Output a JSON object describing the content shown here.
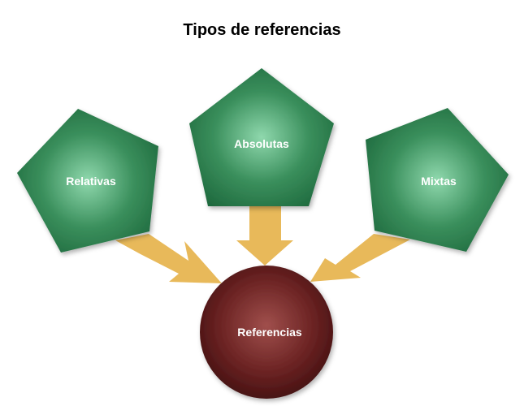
{
  "title": "Tipos de referencias",
  "nodes": [
    {
      "id": "relativas",
      "label": "Relativas"
    },
    {
      "id": "absolutas",
      "label": "Absolutas"
    },
    {
      "id": "mixtas",
      "label": "Mixtas"
    }
  ],
  "center": {
    "label": "Referencias"
  },
  "colors": {
    "pentagon": "#2e8b57",
    "pentagon_highlight": "#7fd0a0",
    "circle": "#5a1a1a",
    "circle_highlight": "#9b4a48",
    "arrow": "#e8b95a"
  }
}
